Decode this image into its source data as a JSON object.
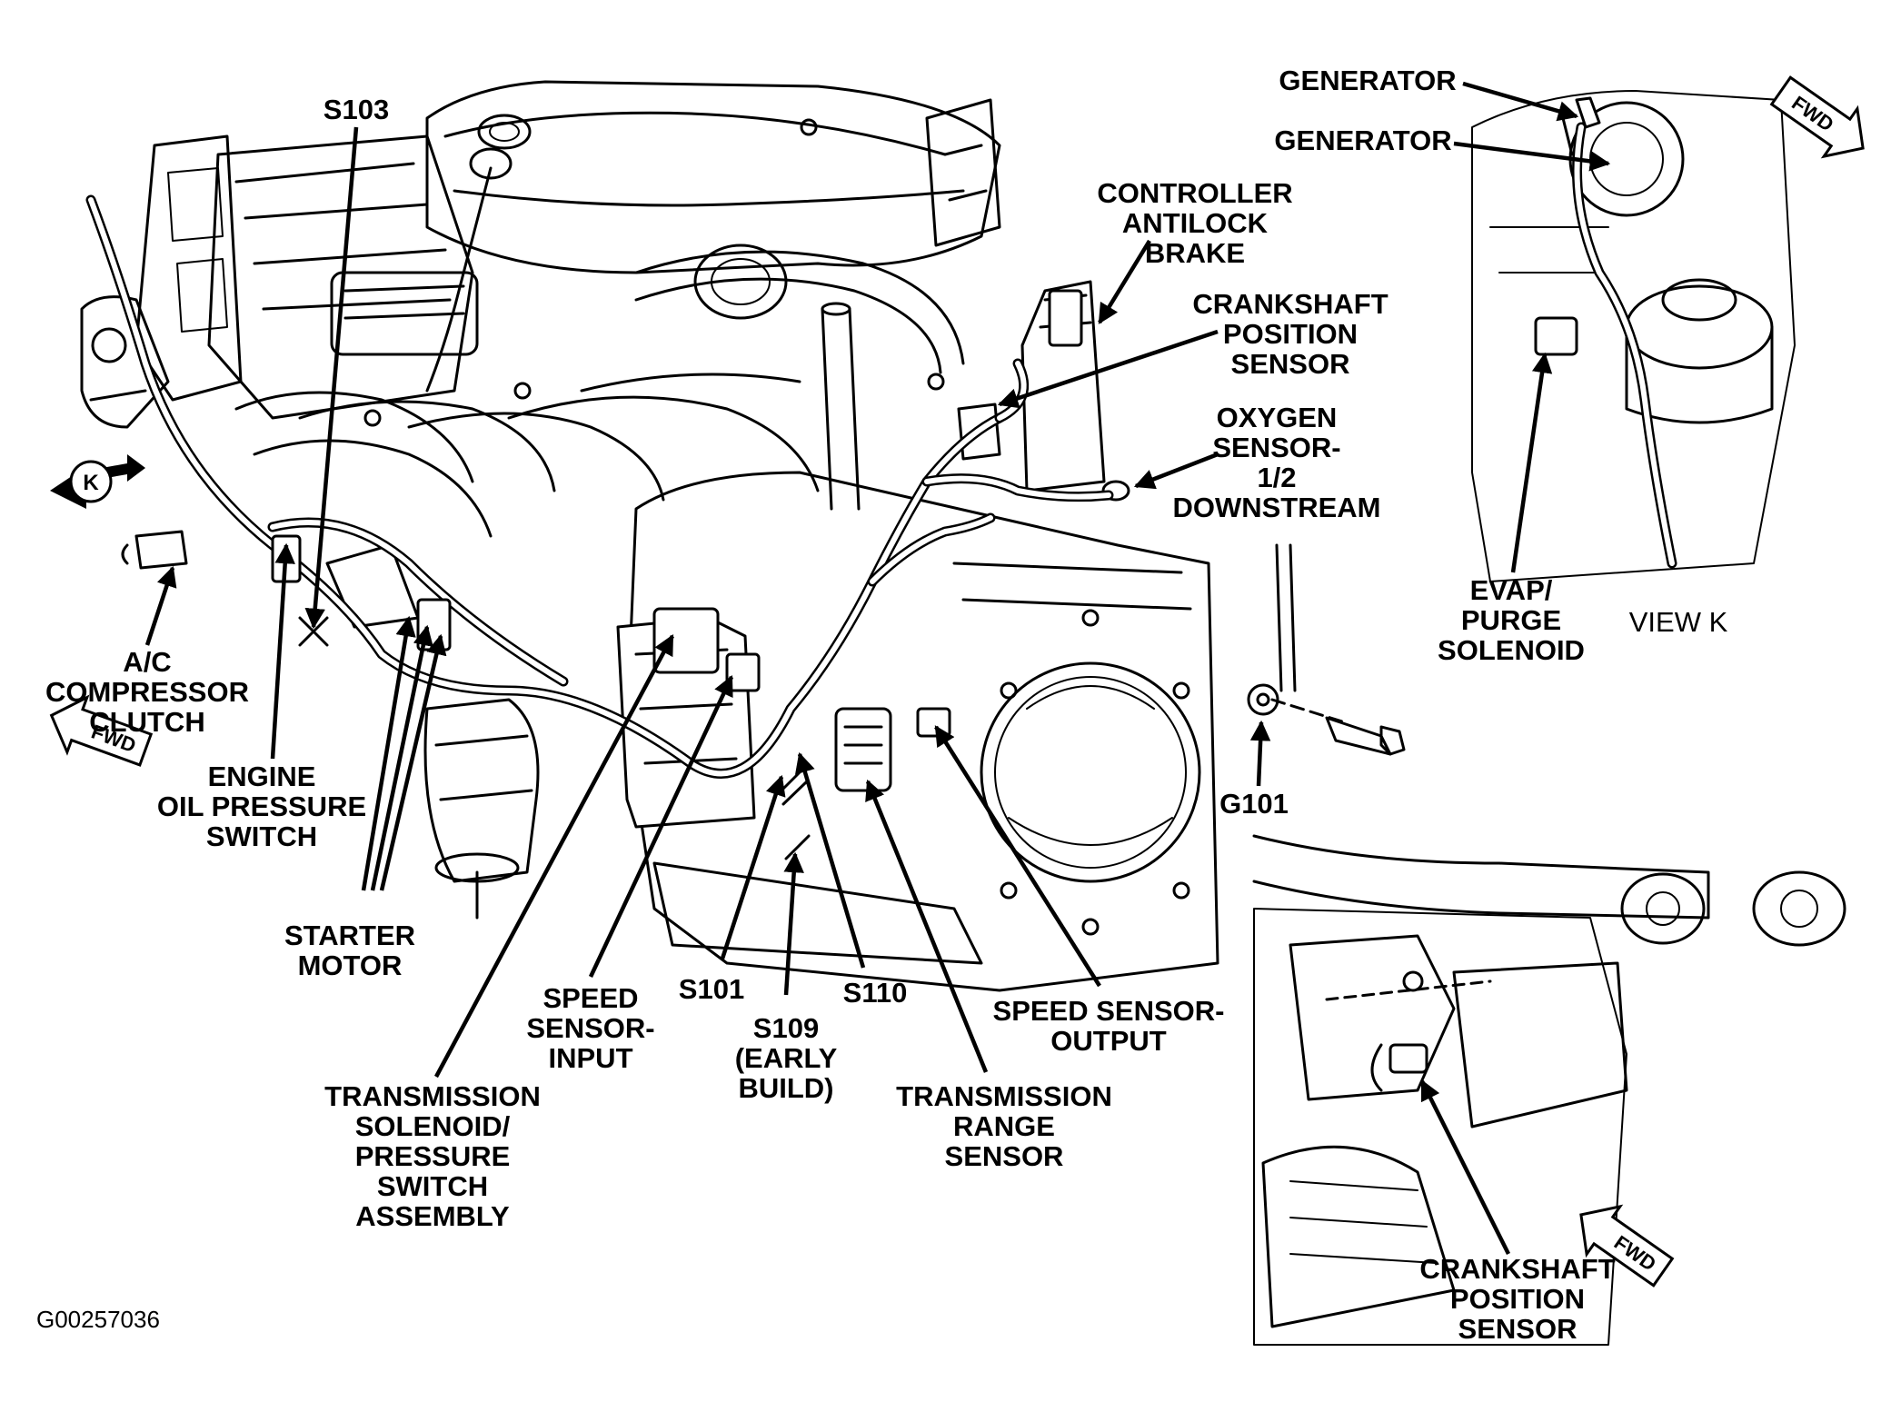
{
  "figure_id": "G00257036",
  "view_label": "VIEW K",
  "view_marker": "K",
  "fwd_text": "FWD",
  "labels": {
    "s103": "S103",
    "ac_compressor_clutch": "A/C\nCOMPRESSOR\nCLUTCH",
    "engine_oil_pressure_switch": "ENGINE\nOIL PRESSURE\nSWITCH",
    "starter_motor": "STARTER\nMOTOR",
    "transmission_solenoid": "TRANSMISSION\nSOLENOID/\nPRESSURE\nSWITCH\nASSEMBLY",
    "speed_sensor_input": "SPEED\nSENSOR-\nINPUT",
    "s101": "S101",
    "s109": "S109\n(EARLY\nBUILD)",
    "s110": "S110",
    "transmission_range_sensor": "TRANSMISSION\nRANGE\nSENSOR",
    "speed_sensor_output": "SPEED SENSOR-\nOUTPUT",
    "g101": "G101",
    "controller_antilock_brake": "CONTROLLER\nANTILOCK\nBRAKE",
    "crankshaft_position_sensor_main": "CRANKSHAFT\nPOSITION\nSENSOR",
    "oxygen_sensor": "OXYGEN\nSENSOR-\n1/2\nDOWNSTREAM",
    "generator_1": "GENERATOR",
    "generator_2": "GENERATOR",
    "evap_purge_solenoid": "EVAP/\nPURGE\nSOLENOID",
    "crankshaft_position_sensor_inset": "CRANKSHAFT\nPOSITION\nSENSOR"
  }
}
